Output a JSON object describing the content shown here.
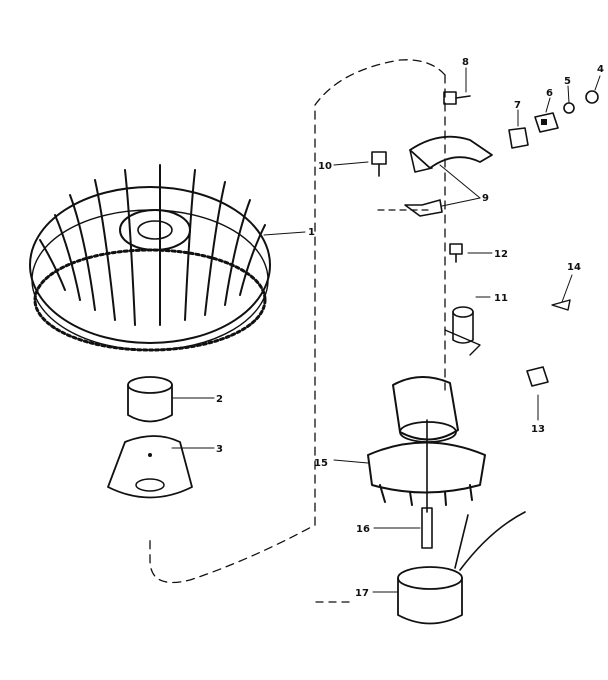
{
  "diagram": {
    "type": "exploded-parts-view",
    "part_numbers": [
      "1",
      "2",
      "3",
      "4",
      "5",
      "6",
      "7",
      "8",
      "9",
      "10",
      "11",
      "12",
      "13",
      "14",
      "15",
      "16",
      "17"
    ],
    "callouts": {
      "p1": "1",
      "p2": "2",
      "p3": "3",
      "p4": "4",
      "p5": "5",
      "p6": "6",
      "p7": "7",
      "p8": "8",
      "p9": "9",
      "p10": "10",
      "p11": "11",
      "p12": "12",
      "p13": "13",
      "p14": "14",
      "p15": "15",
      "p16": "16",
      "p17": "17"
    }
  }
}
